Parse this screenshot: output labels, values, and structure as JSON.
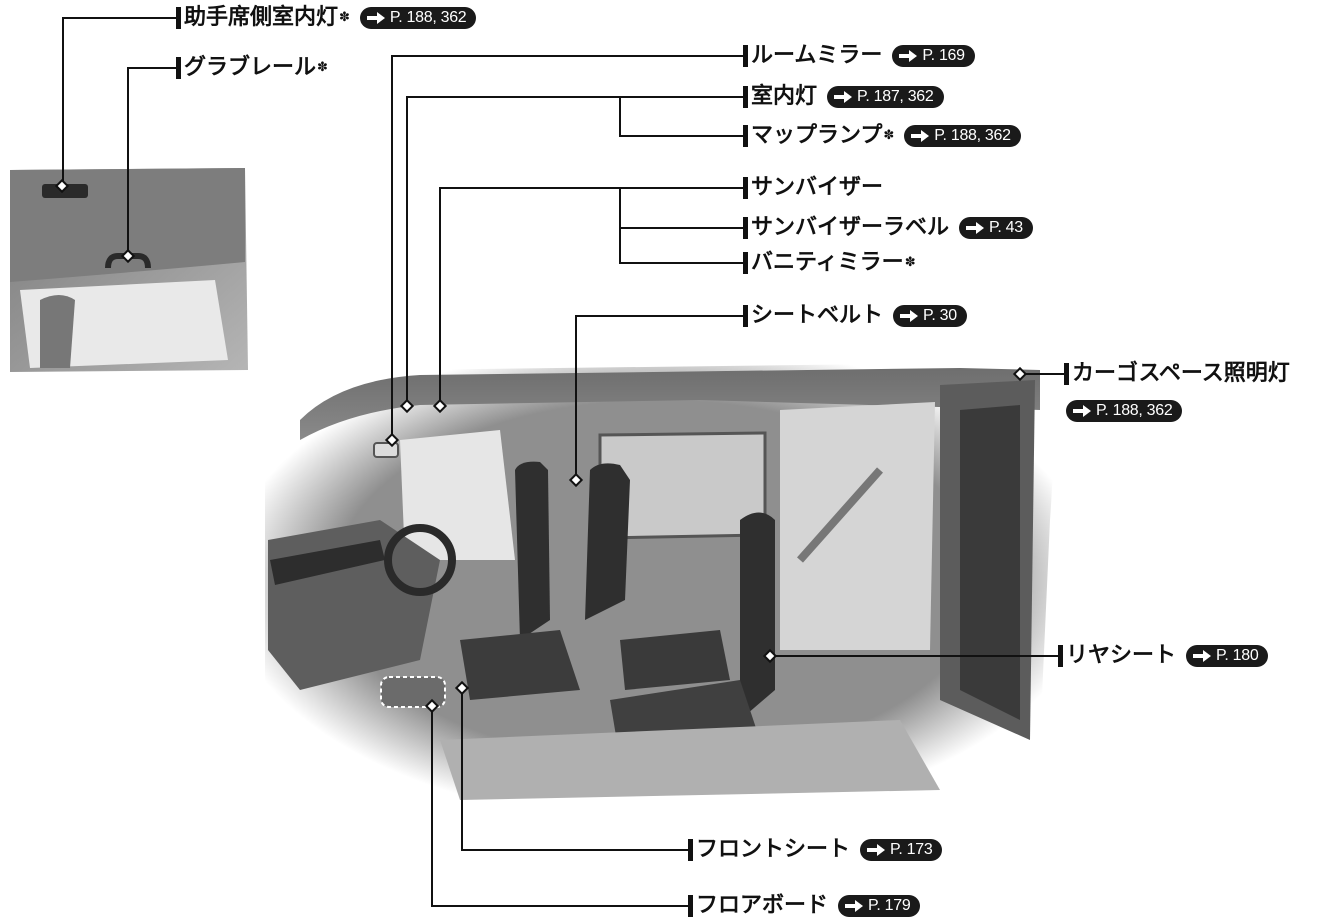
{
  "labels": {
    "passenger_light": {
      "text": "助手席側室内灯",
      "star": "✽",
      "ref": "P. 188, 362"
    },
    "grab_rail": {
      "text": "グラブレール",
      "star": "✽"
    },
    "room_mirror": {
      "text": "ルームミラー",
      "ref": "P. 169"
    },
    "interior_light": {
      "text": "室内灯",
      "ref": "P. 187, 362"
    },
    "map_lamp": {
      "text": "マップランプ",
      "star": "✽",
      "ref": "P. 188, 362"
    },
    "sun_visor": {
      "text": "サンバイザー"
    },
    "sun_visor_label": {
      "text": "サンバイザーラベル",
      "ref": "P. 43"
    },
    "vanity_mirror": {
      "text": "バニティミラー",
      "star": "✽"
    },
    "seat_belt": {
      "text": "シートベルト",
      "ref": "P. 30"
    },
    "cargo_light": {
      "text": "カーゴスペース照明灯",
      "ref": "P. 188, 362"
    },
    "rear_seat": {
      "text": "リヤシート",
      "ref": "P. 180"
    },
    "front_seat": {
      "text": "フロントシート",
      "ref": "P. 173"
    },
    "floor_board": {
      "text": "フロアボード",
      "ref": "P. 179"
    }
  },
  "colors": {
    "line": "#111111",
    "badge": "#1a1a1a",
    "illustration_gray": "#9a9a9a"
  }
}
